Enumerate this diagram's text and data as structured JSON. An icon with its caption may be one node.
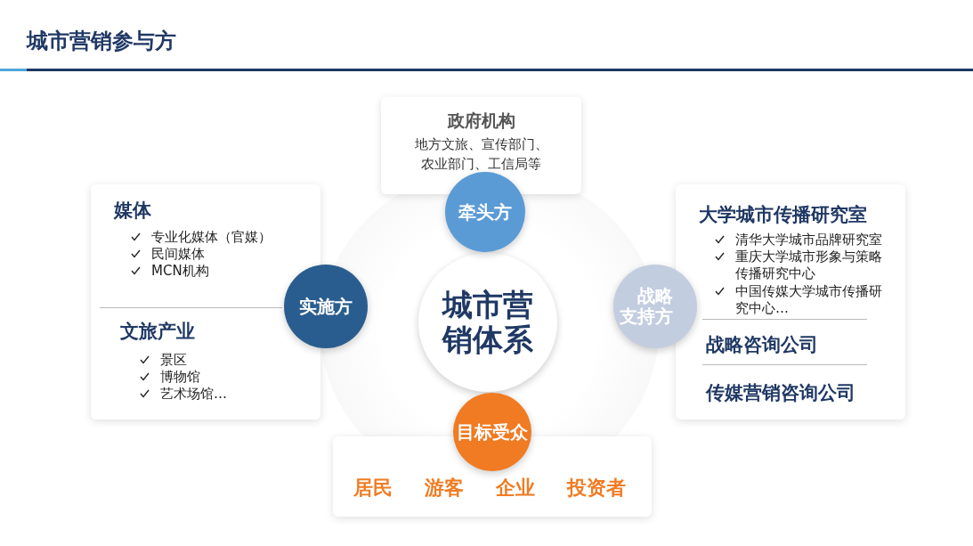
{
  "diagram": {
    "title": "城市营销参与方",
    "nodes": [
      {
        "text": [
          "城市营销体系"
        ]
      },
      {
        "text": [
          "政府机构",
          "地方文旅、宣传部门、农业部门、工信局等"
        ]
      },
      {
        "text": [
          "牵头方"
        ]
      },
      {
        "text": [
          "媒体",
          "专业化媒体（官媒）",
          "民间媒体",
          "MCN机构",
          "文旅产业",
          "景区",
          "博物馆",
          "艺术场馆…"
        ]
      },
      {
        "text": [
          "实施方"
        ]
      },
      {
        "text": [
          "大学城市传播研究室",
          "清华大学城市品牌研究室",
          "重庆大学城市形象与策略传播研究中心",
          "中国传媒大学城市传播研究中心…",
          "战略咨询公司",
          "传媒营销咨询公司"
        ]
      },
      {
        "text": [
          "战略支持方"
        ]
      },
      {
        "text": [
          "目标受众"
        ]
      },
      {
        "text": [
          "居民",
          "游客",
          "企业",
          "投资者"
        ]
      }
    ]
  }
}
